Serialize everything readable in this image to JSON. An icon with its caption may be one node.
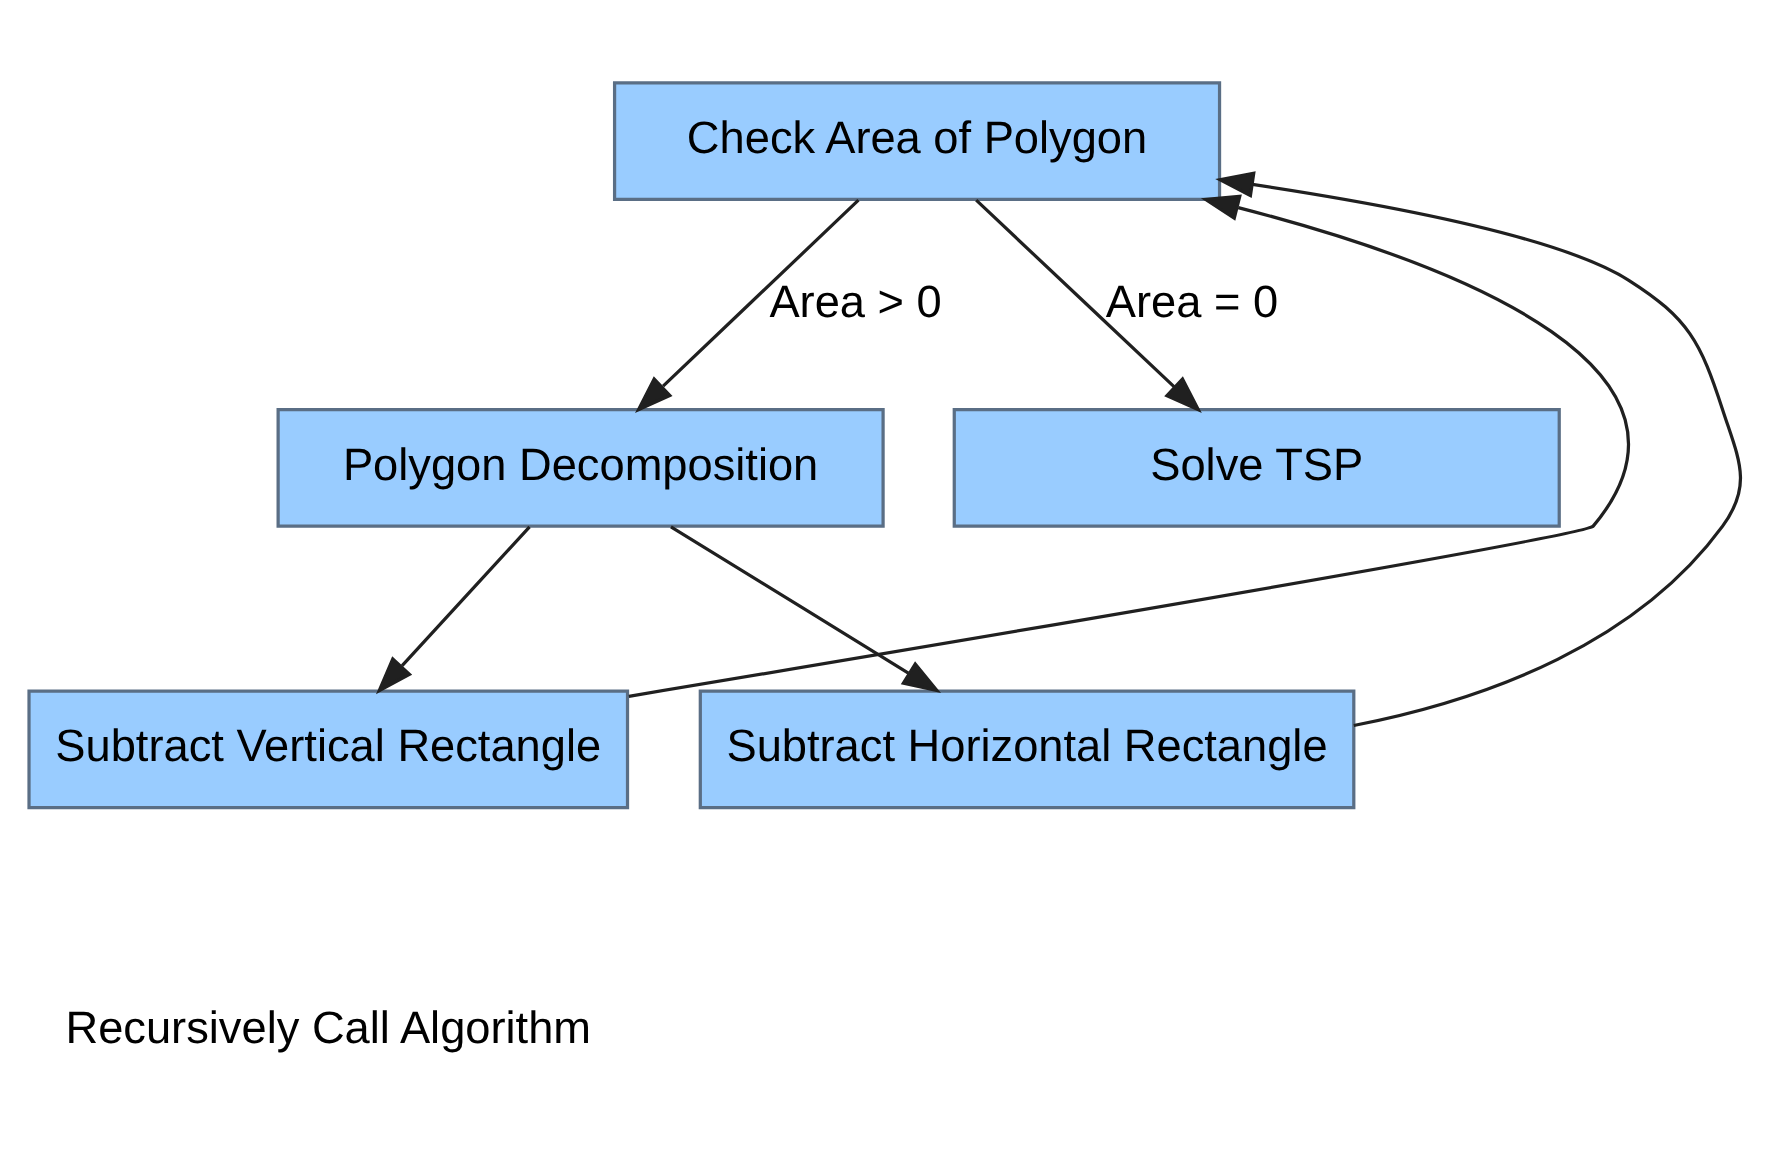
{
  "diagram": {
    "nodes": [
      {
        "text": [
          "Check Area of Polygon"
        ]
      },
      {
        "text": [
          "Polygon Decomposition"
        ]
      },
      {
        "text": [
          "Solve TSP"
        ]
      },
      {
        "text": [
          "Subtract Vertical Rectangle"
        ]
      },
      {
        "text": [
          "Subtract Horizontal Rectangle"
        ]
      }
    ],
    "edges": [
      {
        "from": 0,
        "to": 1,
        "arrow": "to",
        "label": "Area > 0"
      },
      {
        "from": 0,
        "to": 2,
        "arrow": "to",
        "label": "Area = 0"
      },
      {
        "from": 1,
        "to": 3,
        "arrow": "to"
      },
      {
        "from": 1,
        "to": 4,
        "arrow": "to"
      },
      {
        "from": 3,
        "to": 0,
        "arrow": "to"
      },
      {
        "from": 4,
        "to": 0,
        "arrow": "to"
      }
    ],
    "labels": [
      "Recursively Call Algorithm"
    ]
  }
}
